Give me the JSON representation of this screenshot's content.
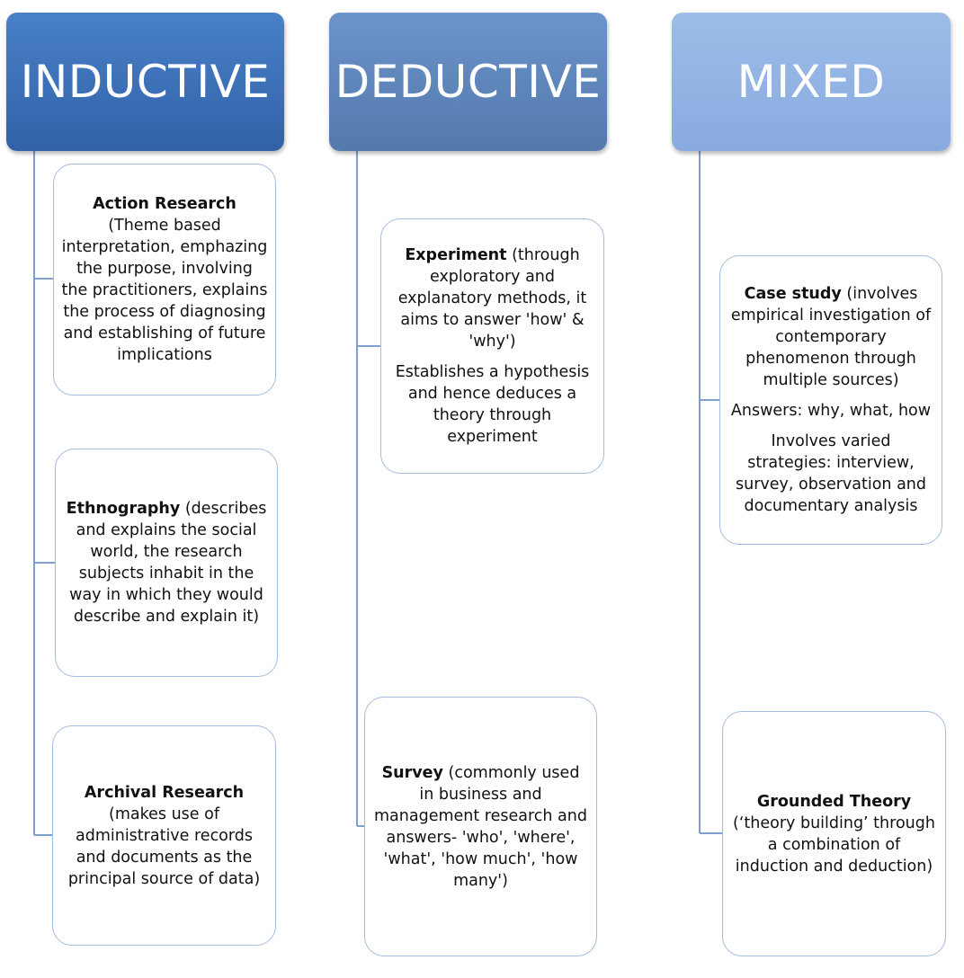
{
  "columns": [
    {
      "heading": "INDUCTIVE",
      "boxes": [
        {
          "title": "Action Research",
          "desc": " (Theme based interpretation, emphazing the purpose, involving the practitioners, explains the process of diagnosing and establishing of future implications"
        },
        {
          "title": "Ethnography",
          "desc": " (describes and explains the social world, the research subjects inhabit in the way in which they would describe and explain it)"
        },
        {
          "title": "Archival Research",
          "desc": " (makes use of administrative records and documents as the principal source of data)"
        }
      ]
    },
    {
      "heading": "DEDUCTIVE",
      "boxes": [
        {
          "title": "Experiment",
          "desc": " (through exploratory and explanatory methods, it aims to answer 'how' & 'why')",
          "extra": [
            "Establishes a hypothesis and hence deduces a theory through experiment"
          ]
        },
        {
          "title": "Survey",
          "desc": " (commonly used in business and management research and answers- 'who', 'where', 'what', 'how much', 'how many')"
        }
      ]
    },
    {
      "heading": "MIXED",
      "boxes": [
        {
          "title": "Case study",
          "desc": " (involves empirical investigation of contemporary phenomenon through multiple sources)",
          "extra": [
            "Answers: why, what, how",
            "Involves varied strategies: interview, survey, observation and documentary analysis"
          ]
        },
        {
          "title": "Grounded Theory",
          "desc": " (‘theory building’ through a combination of induction and deduction)"
        }
      ]
    }
  ],
  "colors": {
    "inductive_header": "#3f72ba",
    "deductive_header": "#5f86bc",
    "mixed_header": "#93b4e4",
    "box_border": "#a4bde0",
    "connector": "#7f9fd0"
  }
}
